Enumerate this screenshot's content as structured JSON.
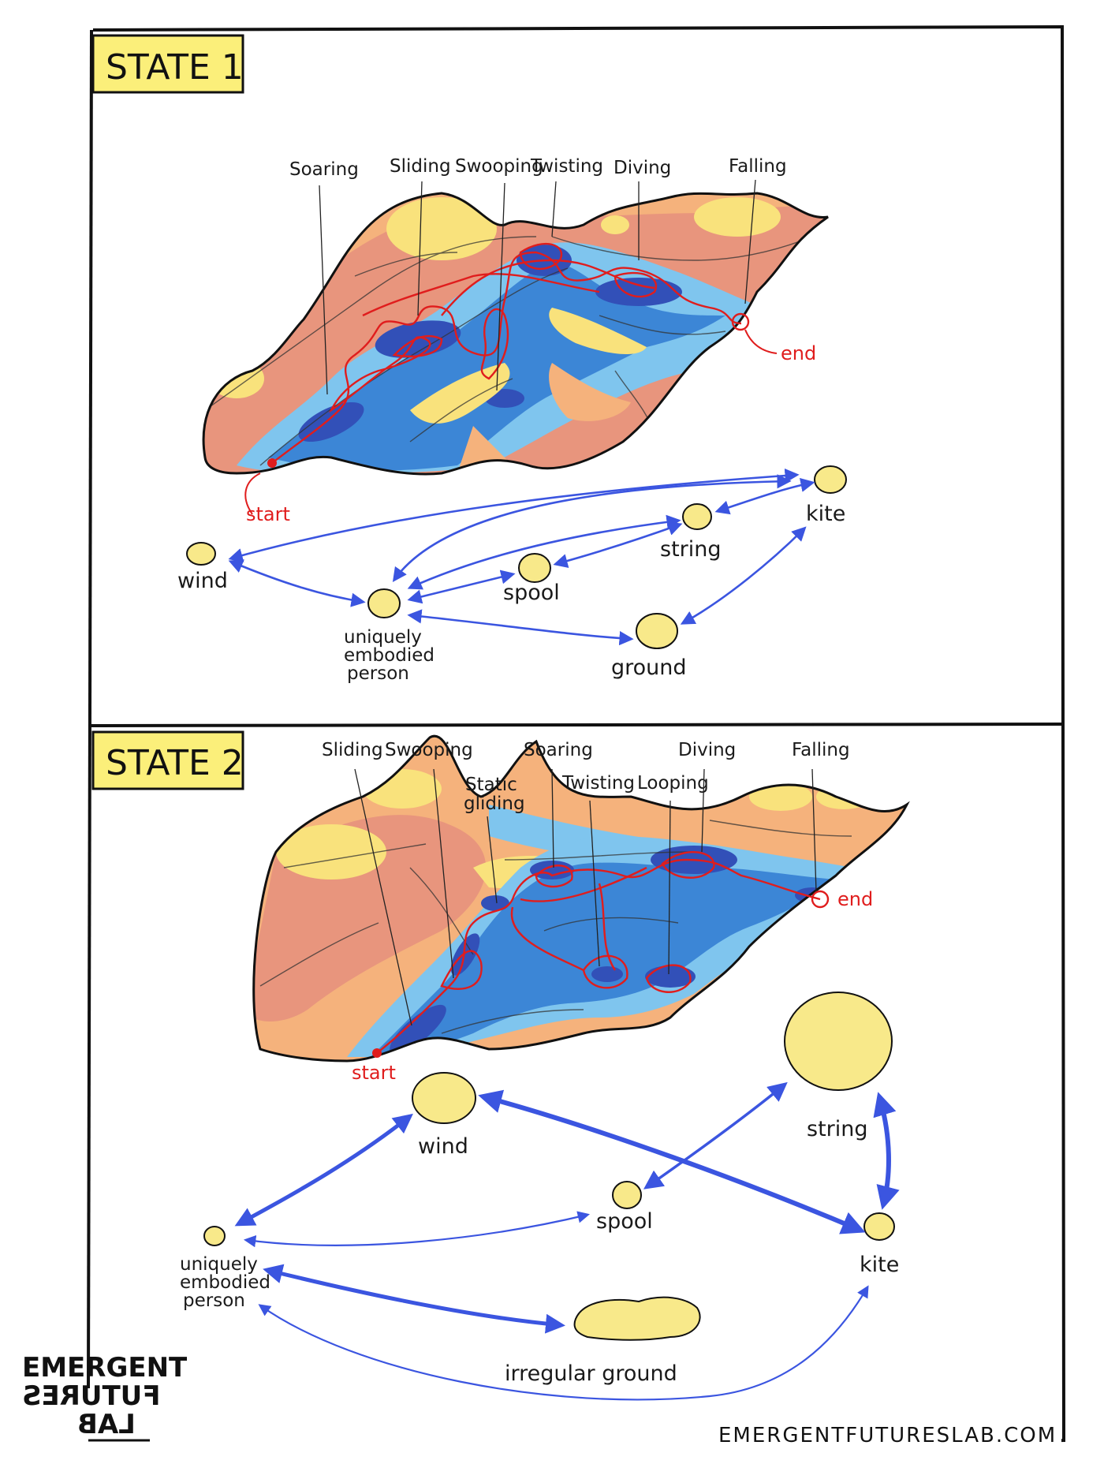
{
  "brand": {
    "line1": "EMERGENT",
    "line2": "FUTURES",
    "line3": "LAB",
    "website": "EMERGENTFUTURESLAB.COM"
  },
  "state1": {
    "title": "STATE 1",
    "movements": [
      "Soaring",
      "Sliding",
      "Swooping",
      "Twisting",
      "Diving",
      "Falling"
    ],
    "start_label": "start",
    "end_label": "end",
    "nodes": {
      "kite": "kite",
      "string": "string",
      "wind": "wind",
      "spool": "spool",
      "person": [
        "uniquely",
        "embodied",
        "person"
      ],
      "ground": "ground"
    }
  },
  "state2": {
    "title": "STATE 2",
    "movements": [
      "Sliding",
      "Swooping",
      "Static",
      "gliding",
      "Soaring",
      "Twisting",
      "Looping",
      "Diving",
      "Falling"
    ],
    "start_label": "start",
    "end_label": "end",
    "nodes": {
      "wind": "wind",
      "string": "string",
      "spool": "spool",
      "kite": "kite",
      "person": [
        "uniquely",
        "embodied",
        "person"
      ],
      "ground": "irregular ground"
    }
  },
  "colors": {
    "title_bg": "#fbef7a",
    "landscape_yellow": "#f9e27c",
    "landscape_orange": "#f5b27c",
    "landscape_salmon": "#e8957d",
    "landscape_lightblue": "#7fc5ee",
    "landscape_blue": "#3c86d6",
    "landscape_darkblue": "#3250b8",
    "trajectory_red": "#e01d1d",
    "arrow_blue": "#3b55e0",
    "node_fill": "#f8e98a"
  }
}
